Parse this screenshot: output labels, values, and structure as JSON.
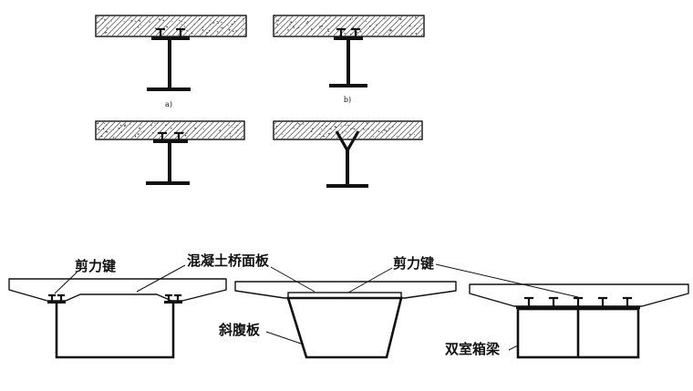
{
  "figure": {
    "labels": {
      "a": "a)",
      "b": "b)"
    },
    "callouts": {
      "shear_connector_left": "剪力键",
      "concrete_deck": "混凝土桥面板",
      "shear_connector_middle": "剪力键",
      "inclined_web": "斜腹板",
      "twin_cell_box": "双室箱梁"
    }
  },
  "colors": {
    "ink": "#111111",
    "background": "#ffffff",
    "hatch": "#4a4a4a"
  }
}
